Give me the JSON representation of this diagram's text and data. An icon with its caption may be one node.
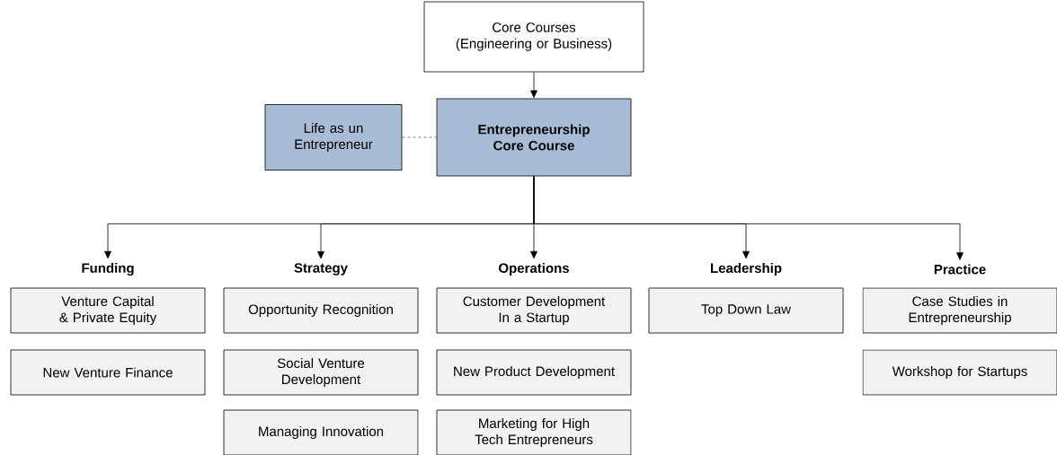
{
  "diagram": {
    "nodes": [
      {
        "text": [
          "Core Courses (Engineering or Business)"
        ]
      },
      {
        "text": [
          "Life as un Entrepreneur"
        ]
      },
      {
        "text": [
          "Entrepreneurship Core Course"
        ]
      },
      {
        "text": [
          "Funding"
        ]
      },
      {
        "text": [
          "Strategy"
        ]
      },
      {
        "text": [
          "Operations"
        ]
      },
      {
        "text": [
          "Leadership"
        ]
      },
      {
        "text": [
          "Practice"
        ]
      },
      {
        "text": [
          "Venture Capital & Private Equity"
        ]
      },
      {
        "text": [
          "New Venture Finance"
        ]
      },
      {
        "text": [
          "Opportunity Recognition"
        ]
      },
      {
        "text": [
          "Social Venture Development"
        ]
      },
      {
        "text": [
          "Managing Innovation"
        ]
      },
      {
        "text": [
          "Customer Development In a Startup"
        ]
      },
      {
        "text": [
          "New Product Development"
        ]
      },
      {
        "text": [
          "Marketing for High Tech Entrepreneurs"
        ]
      },
      {
        "text": [
          "Top Down Law"
        ]
      },
      {
        "text": [
          "Case Studies in Entrepreneurship"
        ]
      },
      {
        "text": [
          "Workshop for Startups"
        ]
      }
    ],
    "edges": [
      {
        "from": 0,
        "to": 2,
        "arrow": "to"
      },
      {
        "from": 1,
        "to": 2,
        "arrow": "none",
        "style": "dashed"
      },
      {
        "from": 2,
        "to": 3,
        "arrow": "to"
      },
      {
        "from": 2,
        "to": 4,
        "arrow": "to"
      },
      {
        "from": 2,
        "to": 5,
        "arrow": "to"
      },
      {
        "from": 2,
        "to": 6,
        "arrow": "to"
      },
      {
        "from": 2,
        "to": 7,
        "arrow": "to"
      }
    ]
  }
}
